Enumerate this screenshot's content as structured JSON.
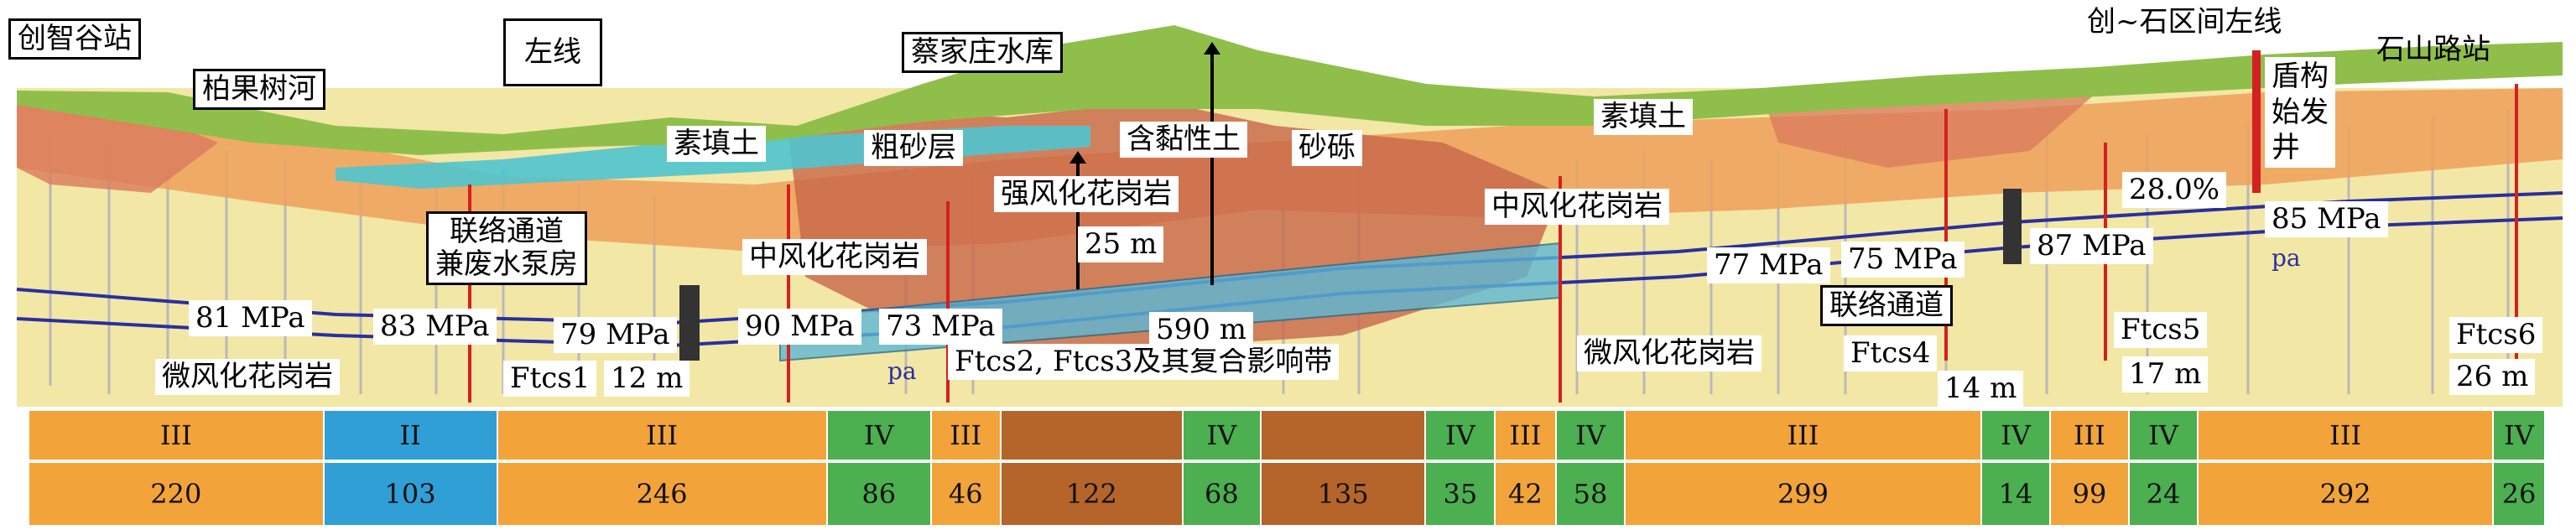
{
  "labels": {
    "station_left": "创智谷站",
    "river": "柏果树河",
    "line": "左线",
    "reservoir": "蔡家庄水库",
    "section": "创~石区间左线",
    "station_right": "石山路站",
    "shaft": "盾构\n始发\n井",
    "fill_1": "素填土",
    "coarse_sand": "粗砂层",
    "clayey_soil": "含黏性土",
    "gravel": "砂砾",
    "fill_2": "素填土",
    "strong_weathered": "强风化花岗岩",
    "mid_weathered_1": "中风化花岗岩",
    "mid_weathered_2": "中风化花岗岩",
    "slight_weathered_1": "微风化花岗岩",
    "slight_weathered_2": "微风化花岗岩",
    "connect_pump": "联络通道\n兼废水泵房",
    "connect_2": "联络通道",
    "fault_zone": "Ftcs2, Ftcs3及其复合影响带",
    "ftcs1": "Ftcs1",
    "ftcs4": "Ftcs4",
    "ftcs5": "Ftcs5",
    "ftcs6": "Ftcs6",
    "pa": "pa",
    "percent": "28.0%"
  },
  "strengths": [
    "81 MPa",
    "83 MPa",
    "79 MPa",
    "90 MPa",
    "73 MPa",
    "77 MPa",
    "75 MPa",
    "87 MPa",
    "85 MPa"
  ],
  "depths": [
    "12 m",
    "25 m",
    "590 m",
    "14 m",
    "17 m",
    "26 m"
  ],
  "colors": {
    "grade_III": "#f2a33a",
    "grade_II": "#2f9fd6",
    "grade_IV": "#4caf50",
    "grade_V": "#b5652a",
    "tunnel_band": "#5cb8d6",
    "rock_bg": "#f3e7a6"
  },
  "classification": [
    {
      "grade": "III",
      "length": "220",
      "fraction": 0.1133,
      "color": "#f2a33a"
    },
    {
      "grade": "II",
      "length": "103",
      "fraction": 0.0667,
      "color": "#2f9fd6"
    },
    {
      "grade": "III",
      "length": "246",
      "fraction": 0.1267,
      "color": "#f2a33a"
    },
    {
      "grade": "IV",
      "length": "86",
      "fraction": 0.04,
      "color": "#4caf50"
    },
    {
      "grade": "III",
      "length": "46",
      "fraction": 0.0267,
      "color": "#f2a33a"
    },
    {
      "grade": "",
      "length": "122",
      "fraction": 0.07,
      "color": "#b5652a"
    },
    {
      "grade": "IV",
      "length": "68",
      "fraction": 0.03,
      "color": "#4caf50"
    },
    {
      "grade": "",
      "length": "135",
      "fraction": 0.0633,
      "color": "#b5652a"
    },
    {
      "grade": "IV",
      "length": "35",
      "fraction": 0.0267,
      "color": "#4caf50"
    },
    {
      "grade": "III",
      "length": "42",
      "fraction": 0.0233,
      "color": "#f2a33a"
    },
    {
      "grade": "IV",
      "length": "58",
      "fraction": 0.0267,
      "color": "#4caf50"
    },
    {
      "grade": "III",
      "length": "299",
      "fraction": 0.1367,
      "color": "#f2a33a"
    },
    {
      "grade": "IV",
      "length": "14",
      "fraction": 0.0267,
      "color": "#4caf50"
    },
    {
      "grade": "III",
      "length": "99",
      "fraction": 0.03,
      "color": "#f2a33a"
    },
    {
      "grade": "IV",
      "length": "24",
      "fraction": 0.0267,
      "color": "#4caf50"
    },
    {
      "grade": "III",
      "length": "292",
      "fraction": 0.1133,
      "color": "#f2a33a"
    },
    {
      "grade": "IV",
      "length": "26",
      "fraction": 0.02,
      "color": "#4caf50"
    }
  ]
}
